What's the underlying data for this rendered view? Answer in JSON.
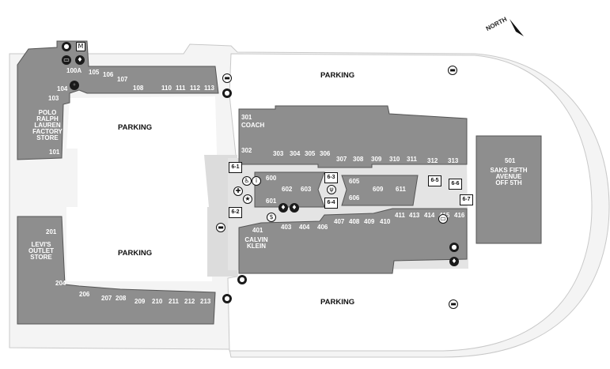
{
  "parking": {
    "label": "PARKING"
  },
  "north": {
    "label": "NORTH"
  },
  "buildings": {
    "northwest": {
      "units": [
        "100A",
        "103",
        "104",
        "105",
        "106",
        "107",
        "108",
        "110",
        "111",
        "112",
        "113",
        "101"
      ],
      "anchor": [
        "POLO",
        "RALPH",
        "LAUREN",
        "FACTORY",
        "STORE"
      ]
    },
    "southwest": {
      "units": [
        "201",
        "204",
        "206",
        "207",
        "208",
        "209",
        "210",
        "211",
        "212",
        "213"
      ],
      "anchor": [
        "LEVI'S",
        "OUTLET",
        "STORE"
      ]
    },
    "center_north": {
      "units": [
        "301",
        "302",
        "303",
        "304",
        "305",
        "306",
        "307",
        "308",
        "309",
        "310",
        "311",
        "312",
        "313"
      ],
      "anchor": "COACH"
    },
    "center_south": {
      "units": [
        "401",
        "403",
        "404",
        "406",
        "407",
        "408",
        "409",
        "410",
        "411",
        "413",
        "414",
        "415",
        "416"
      ],
      "anchor": [
        "CALVIN",
        "KLEIN"
      ]
    },
    "food_court": {
      "units": [
        "600",
        "602",
        "603",
        "601",
        "605",
        "606",
        "609",
        "611"
      ]
    },
    "east": {
      "units": [
        "501"
      ],
      "anchor": [
        "SAKS FIFTH",
        "AVENUE",
        "OFF 5TH"
      ]
    }
  },
  "exits": [
    "6-1",
    "6-2",
    "6-3",
    "6-4",
    "6-5",
    "6-6",
    "6-7"
  ],
  "icons": [
    "elevator-icon",
    "restroom-icon",
    "atm-icon",
    "information-icon",
    "accessible-icon",
    "stroller-icon",
    "security-star-icon",
    "bus-stop-icon",
    "coca-cola-icon",
    "dollar-icon",
    "food-icon"
  ]
}
